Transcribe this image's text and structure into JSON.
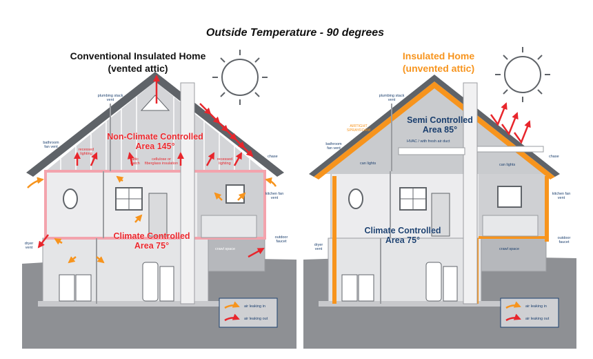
{
  "header": {
    "title": "Outside Temperature - 90 degrees"
  },
  "left": {
    "title_line1": "Conventional Insulated Home",
    "title_line2": "(vented attic)",
    "attic_zone_line1": "Non-Climate Controlled",
    "attic_zone_line2": "Area 145°",
    "living_zone_line1": "Climate Controlled",
    "living_zone_line2": "Area 75°",
    "labels": {
      "plumbing_stack_vent": [
        "plumbing stack",
        "vent"
      ],
      "bathroom_fan_vent": [
        "bathroom",
        "fan vent"
      ],
      "recessed_lighting_left": [
        "recessed",
        "lighting"
      ],
      "attic_hatch": [
        "attic",
        "hatch"
      ],
      "insulation": [
        "cellulose or",
        "fiberglass insulation"
      ],
      "recessed_lighting_right": [
        "recessed",
        "lighting"
      ],
      "chase": "chase",
      "kitchen_fan_vent": [
        "kitchen fan",
        "vent"
      ],
      "dryer_vent": [
        "dryer",
        "vent"
      ],
      "crawl_space": "crawl space",
      "outdoor_faucet": [
        "outdoor",
        "faucet"
      ]
    },
    "legend": {
      "in": "air leaking in",
      "out": "air leaking out"
    }
  },
  "right": {
    "title_line1": "Insulated Home",
    "title_line2": "(unvented attic)",
    "attic_zone_line1": "Semi Controlled",
    "attic_zone_line2": "Area 85°",
    "living_zone_line1": "Climate Controlled",
    "living_zone_line2": "Area 75°",
    "labels": {
      "plumbing_stack_vent": [
        "plumbing stack",
        "vent"
      ],
      "airtight_sprayfoam": [
        "AIRTIGHT",
        "SPRAYFOAM"
      ],
      "bathroom_fan_vent": [
        "bathroom",
        "fan vent"
      ],
      "hvac": "HVAC / with fresh air duct",
      "can_lights_left": "can lights",
      "can_lights_right": "can lights",
      "chase": "chase",
      "kitchen_fan_vent": [
        "kitchen fan",
        "vent"
      ],
      "dryer_vent": [
        "dryer",
        "vent"
      ],
      "crawl_space": "crawl space",
      "outdoor_faucet": [
        "outdoor",
        "faucet"
      ]
    },
    "legend": {
      "in": "air leaking in",
      "out": "air leaking out"
    }
  },
  "colors": {
    "red": "#e8262c",
    "orange": "#f7941d",
    "navy": "#1b3f6e",
    "roof": "#5f6368",
    "attic_fill": "#c9cbce",
    "ground": "#8e9094",
    "wall": "#d9dadc"
  }
}
